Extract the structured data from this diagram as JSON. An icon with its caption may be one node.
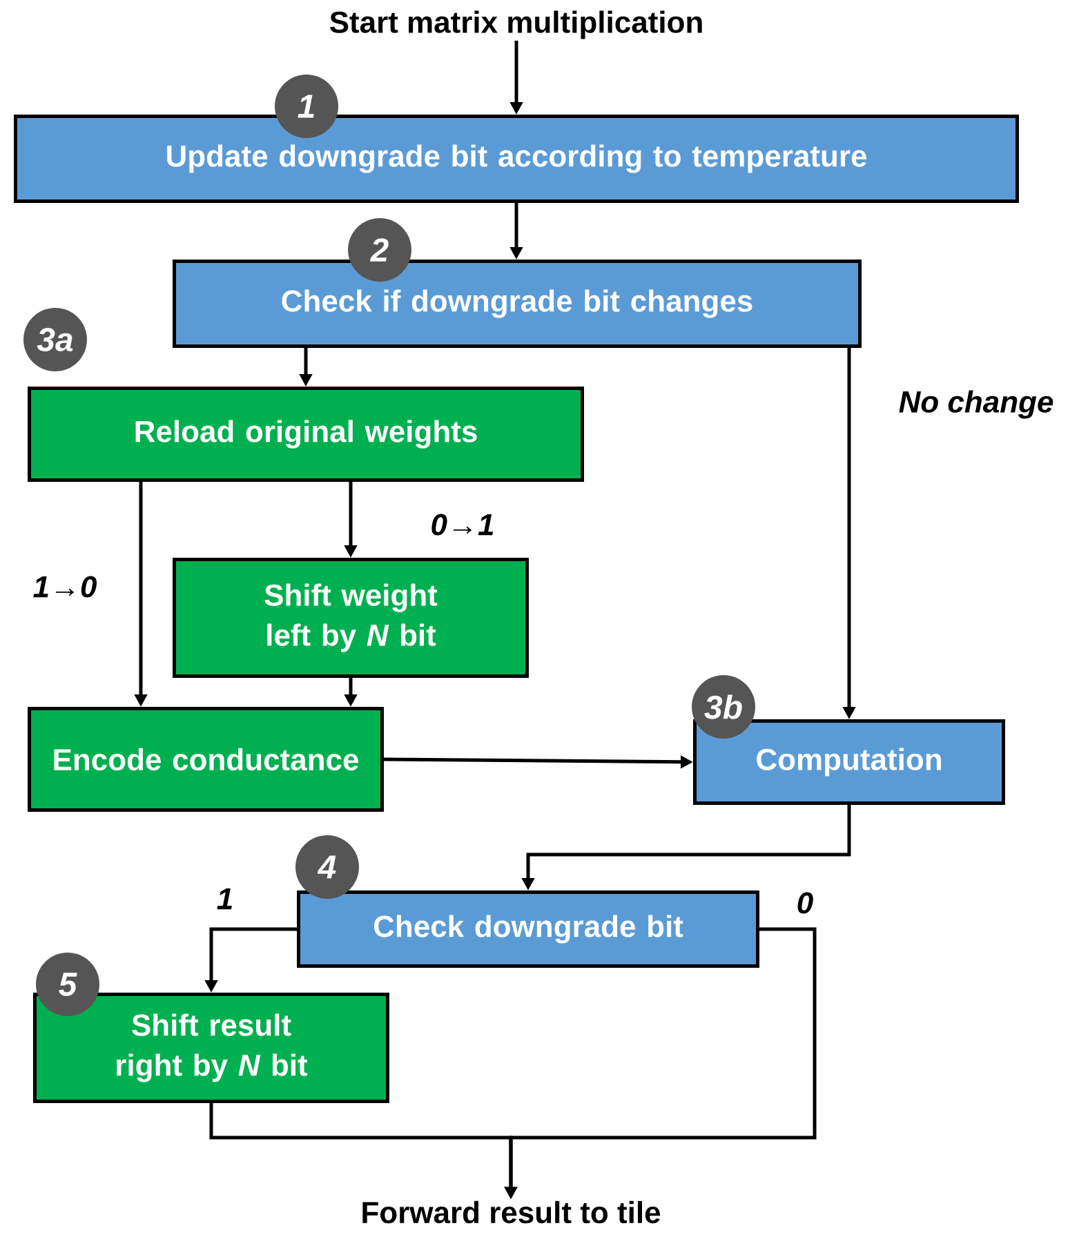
{
  "diagram": {
    "nodes": [
      {
        "text": [
          "Start matrix multiplication"
        ]
      },
      {
        "text": [
          "Update downgrade bit according to temperature"
        ],
        "beside": [
          "1"
        ]
      },
      {
        "text": [
          "Check if downgrade bit changes"
        ],
        "beside": [
          "2"
        ]
      },
      {
        "text": [
          "Reload original weights"
        ],
        "beside": [
          "3a"
        ]
      },
      {
        "text": [
          "Shift weight left by *N* bit"
        ]
      },
      {
        "text": [
          "Encode conductance"
        ]
      },
      {
        "text": [
          "Computation"
        ],
        "beside": [
          "3b"
        ]
      },
      {
        "text": [
          "Check downgrade bit"
        ],
        "beside": [
          "4"
        ]
      },
      {
        "text": [
          "Shift result right by *N* bit"
        ],
        "beside": [
          "5"
        ]
      },
      {
        "text": [
          "Forward result to tile"
        ]
      }
    ],
    "edges": [
      {
        "from": 0,
        "to": 1,
        "arrow": "to"
      },
      {
        "from": 1,
        "to": 2,
        "arrow": "to"
      },
      {
        "from": 2,
        "to": 3,
        "arrow": "to"
      },
      {
        "from": 2,
        "to": 6,
        "arrow": "to",
        "label": "No change"
      },
      {
        "from": 3,
        "to": 4,
        "arrow": "to",
        "label": "0→1"
      },
      {
        "from": 3,
        "to": 5,
        "arrow": "to",
        "label": "1→0"
      },
      {
        "from": 4,
        "to": 5,
        "arrow": "to"
      },
      {
        "from": 5,
        "to": 6,
        "arrow": "to"
      },
      {
        "from": 6,
        "to": 7,
        "arrow": "to"
      },
      {
        "from": 7,
        "to": 8,
        "arrow": "to",
        "label": "1"
      },
      {
        "from": 8,
        "to": 9,
        "arrow": "to"
      },
      {
        "from": 7,
        "to": 9,
        "arrow": "to",
        "label": "0"
      }
    ]
  }
}
